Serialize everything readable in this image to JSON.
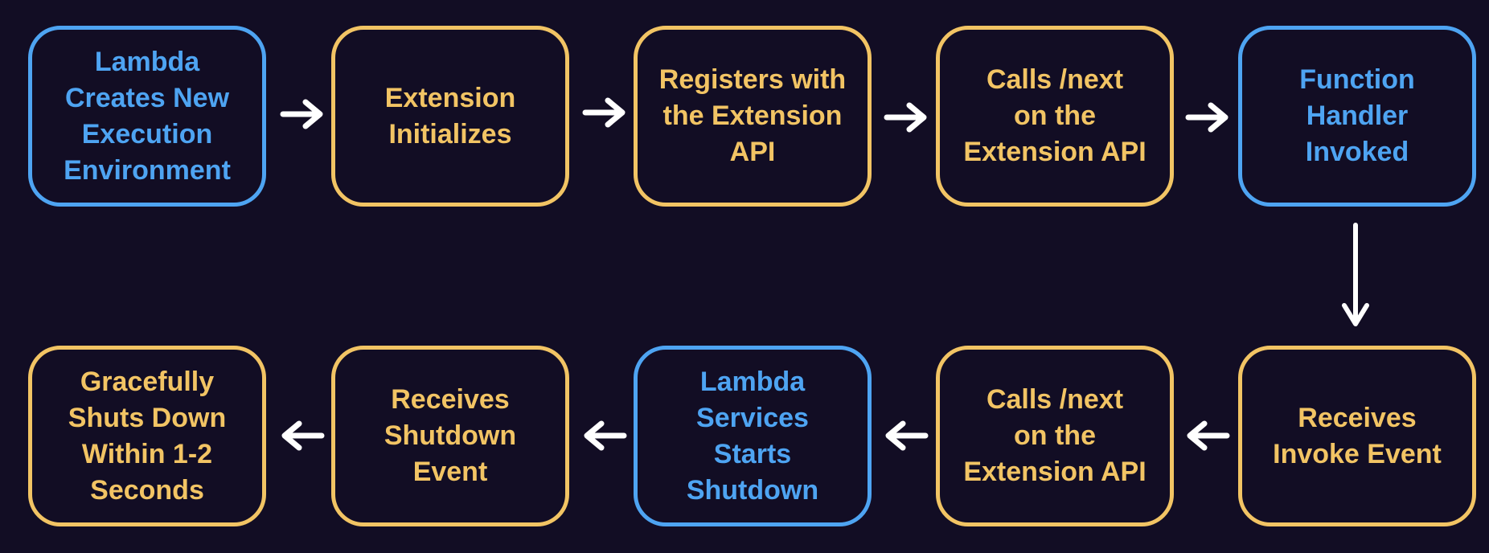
{
  "diagram": {
    "colors": {
      "background": "#120d24",
      "lambda_blue": "#4ea4f2",
      "extension_gold": "#f2c464",
      "arrow": "#ffffff"
    },
    "steps": [
      {
        "id": "lambda-creates-environment",
        "label": "Lambda\nCreates New\nExecution\nEnvironment",
        "color": "blue"
      },
      {
        "id": "extension-initializes",
        "label": "Extension\nInitializes",
        "color": "gold"
      },
      {
        "id": "registers-extension-api",
        "label": "Registers with\nthe Extension\nAPI",
        "color": "gold"
      },
      {
        "id": "calls-next-1",
        "label": "Calls /next\non the\nExtension API",
        "color": "gold"
      },
      {
        "id": "function-handler-invoked",
        "label": "Function\nHandler\nInvoked",
        "color": "blue"
      },
      {
        "id": "receives-invoke-event",
        "label": "Receives\nInvoke Event",
        "color": "gold"
      },
      {
        "id": "calls-next-2",
        "label": "Calls /next\non the\nExtension API",
        "color": "gold"
      },
      {
        "id": "lambda-starts-shutdown",
        "label": "Lambda\nServices\nStarts\nShutdown",
        "color": "blue"
      },
      {
        "id": "receives-shutdown-event",
        "label": "Receives\nShutdown\nEvent",
        "color": "gold"
      },
      {
        "id": "gracefully-shuts-down",
        "label": "Gracefully\nShuts Down\nWithin 1-2\nSeconds",
        "color": "gold"
      }
    ],
    "flow": [
      "1→2",
      "2→3",
      "3→4",
      "4→5",
      "5→6",
      "6→7",
      "7→8",
      "8→9",
      "9→10"
    ]
  }
}
